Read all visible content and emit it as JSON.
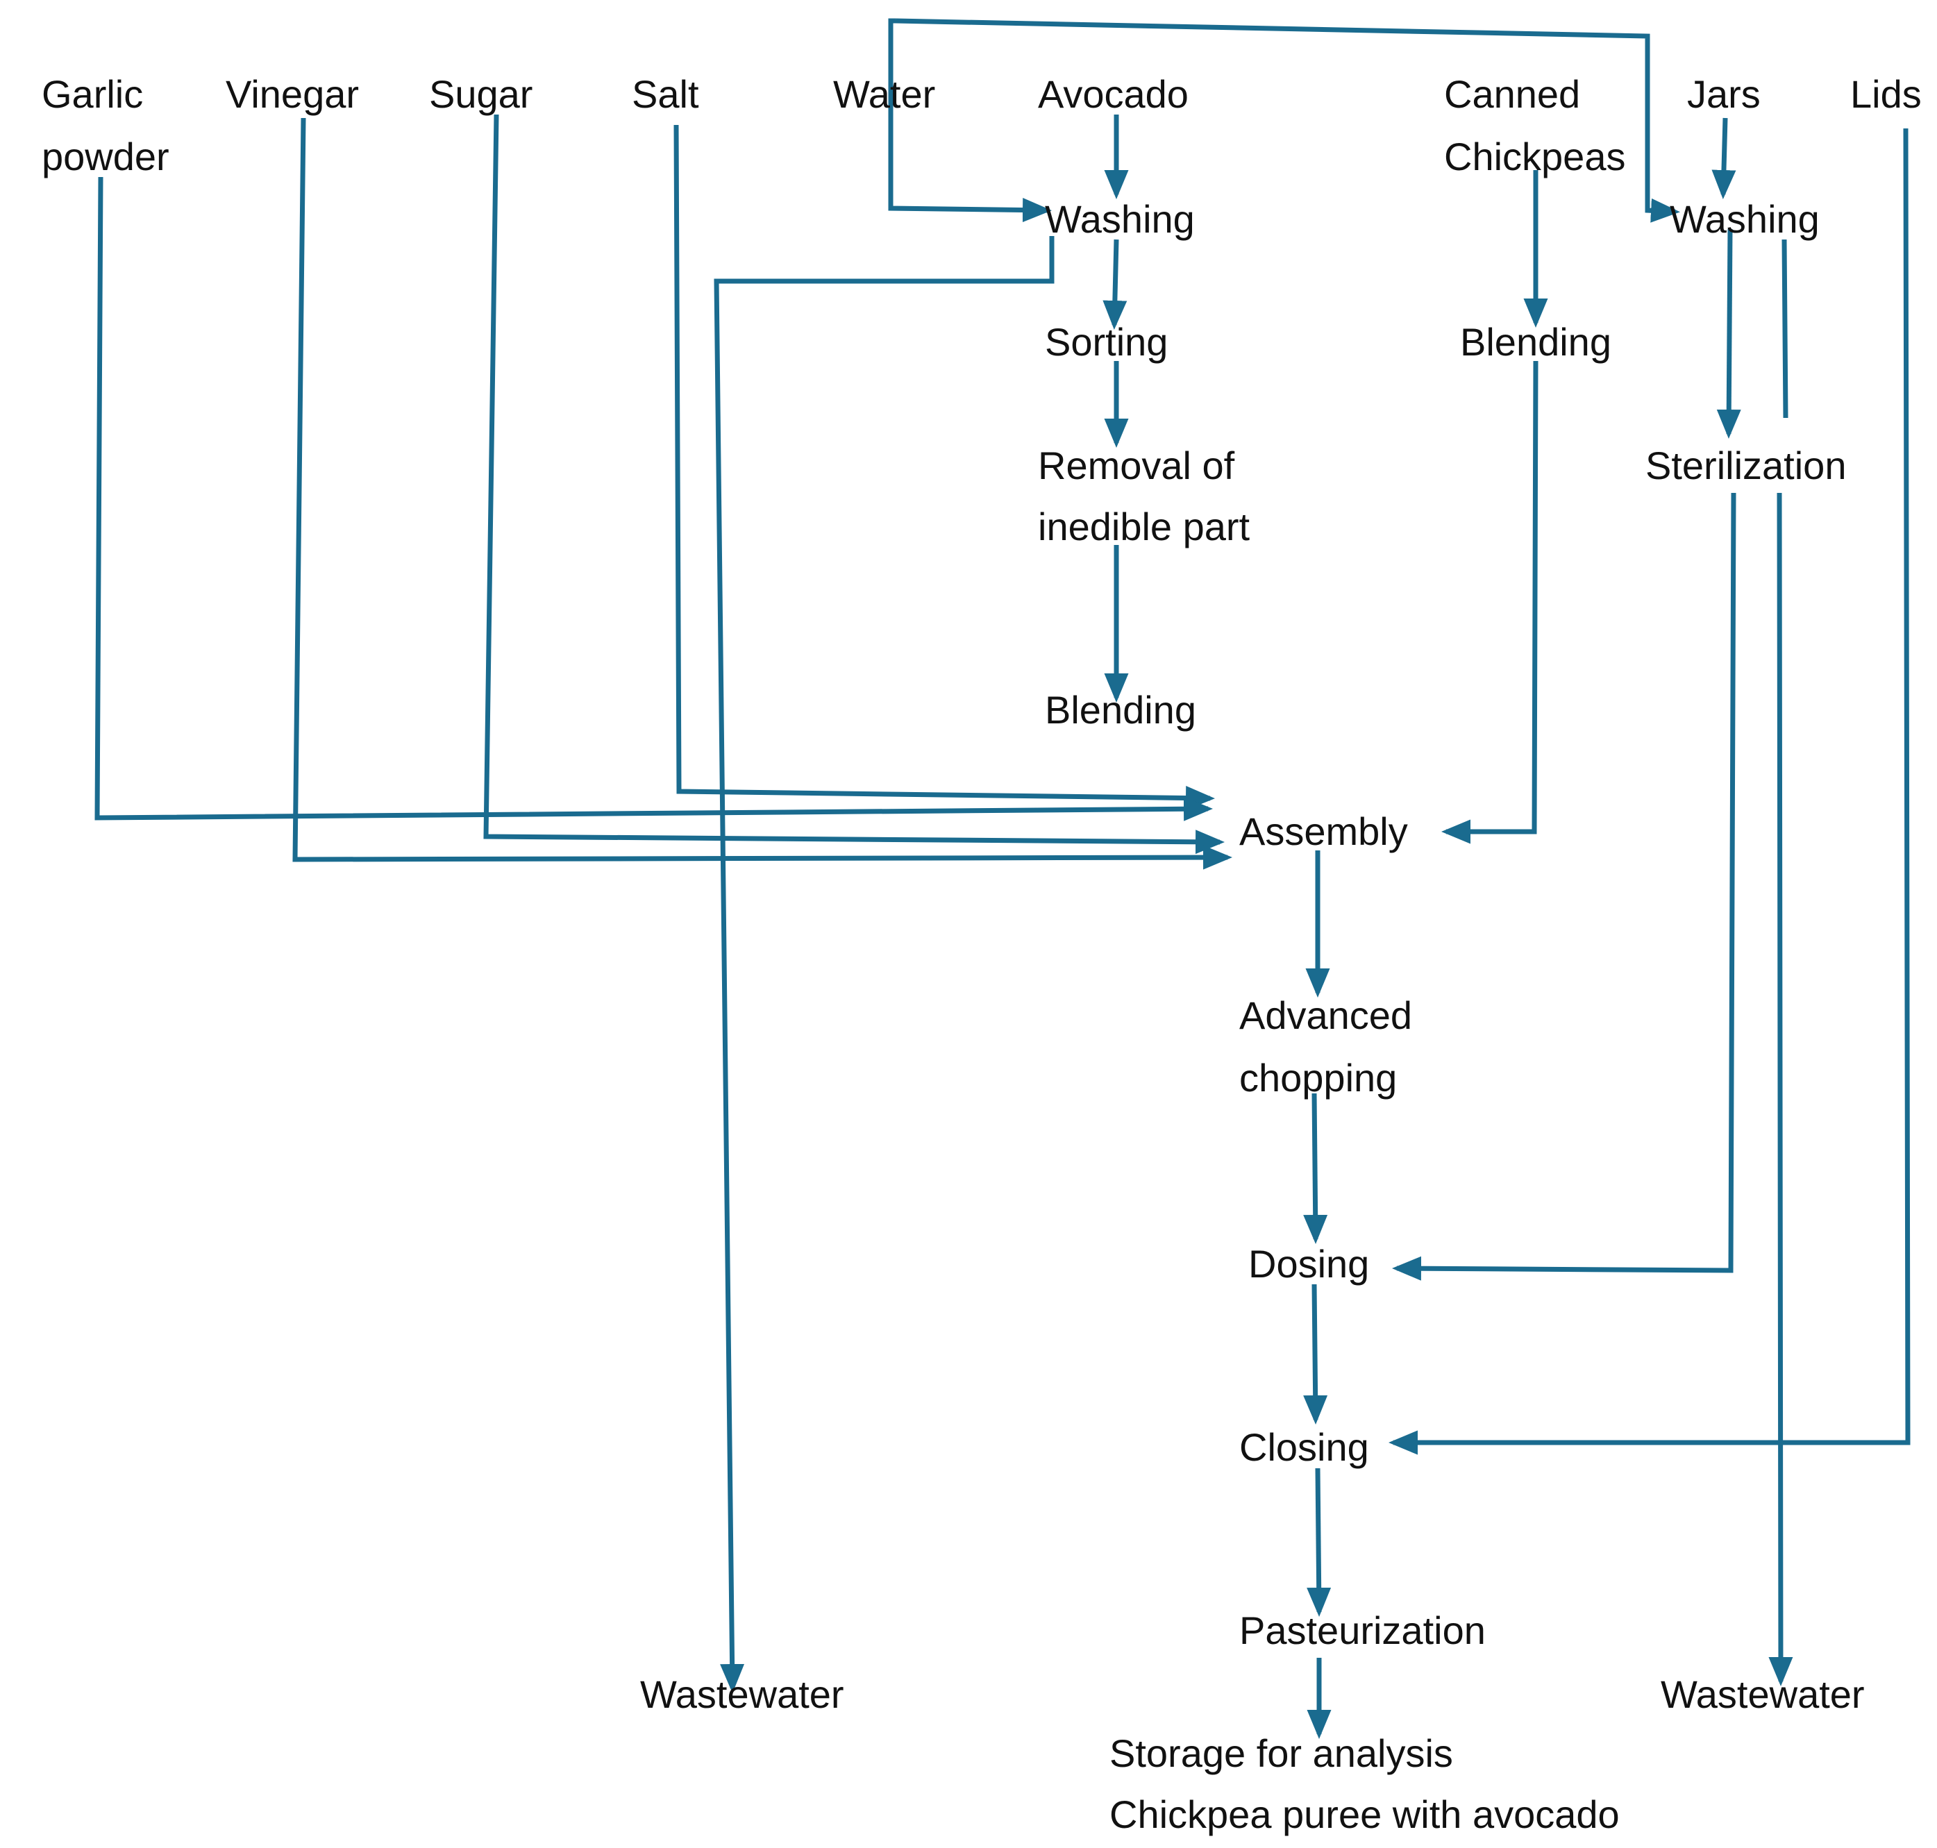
{
  "theme": {
    "line_color": "#1a6b8f",
    "text_color": "#111111"
  },
  "nodes": {
    "garlic_powder": [
      "Garlic",
      "powder"
    ],
    "vinegar": [
      "Vinegar"
    ],
    "sugar": [
      "Sugar"
    ],
    "salt": [
      "Salt"
    ],
    "water": [
      "Water"
    ],
    "avocado": [
      "Avocado"
    ],
    "canned_chickpeas": [
      "Canned",
      "Chickpeas"
    ],
    "jars": [
      "Jars"
    ],
    "lids": [
      "Lids"
    ],
    "washing_avocado": [
      "Washing"
    ],
    "sorting": [
      "Sorting"
    ],
    "removal": [
      "Removal of",
      "inedible part"
    ],
    "blending_avocado": [
      "Blending"
    ],
    "blending_chickpeas": [
      "Blending"
    ],
    "washing_jars": [
      "Washing"
    ],
    "sterilization": [
      "Sterilization"
    ],
    "assembly": [
      "Assembly"
    ],
    "advanced_chopping": [
      "Advanced",
      "chopping"
    ],
    "dosing": [
      "Dosing"
    ],
    "closing": [
      "Closing"
    ],
    "pasteurization": [
      "Pasteurization"
    ],
    "storage": [
      "Storage for analysis",
      "Chickpea puree with avocado"
    ],
    "wastewater_left": [
      "Wastewater"
    ],
    "wastewater_right": [
      "Wastewater"
    ]
  },
  "edges": [
    {
      "from": "avocado",
      "to": "washing_avocado"
    },
    {
      "from": "water",
      "to": "washing_avocado"
    },
    {
      "from": "water",
      "to": "washing_jars"
    },
    {
      "from": "washing_avocado",
      "to": "sorting"
    },
    {
      "from": "sorting",
      "to": "removal"
    },
    {
      "from": "removal",
      "to": "blending_avocado"
    },
    {
      "from": "washing_avocado",
      "to": "wastewater_left"
    },
    {
      "from": "canned_chickpeas",
      "to": "blending_chickpeas"
    },
    {
      "from": "blending_chickpeas",
      "to": "assembly"
    },
    {
      "from": "jars",
      "to": "washing_jars"
    },
    {
      "from": "washing_jars",
      "to": "sterilization"
    },
    {
      "from": "washing_jars",
      "to": "wastewater_right"
    },
    {
      "from": "sterilization",
      "to": "dosing"
    },
    {
      "from": "salt",
      "to": "assembly"
    },
    {
      "from": "garlic_powder",
      "to": "assembly"
    },
    {
      "from": "sugar",
      "to": "assembly"
    },
    {
      "from": "vinegar",
      "to": "assembly"
    },
    {
      "from": "assembly",
      "to": "advanced_chopping"
    },
    {
      "from": "advanced_chopping",
      "to": "dosing"
    },
    {
      "from": "dosing",
      "to": "closing"
    },
    {
      "from": "lids",
      "to": "closing"
    },
    {
      "from": "closing",
      "to": "pasteurization"
    },
    {
      "from": "pasteurization",
      "to": "storage"
    }
  ]
}
